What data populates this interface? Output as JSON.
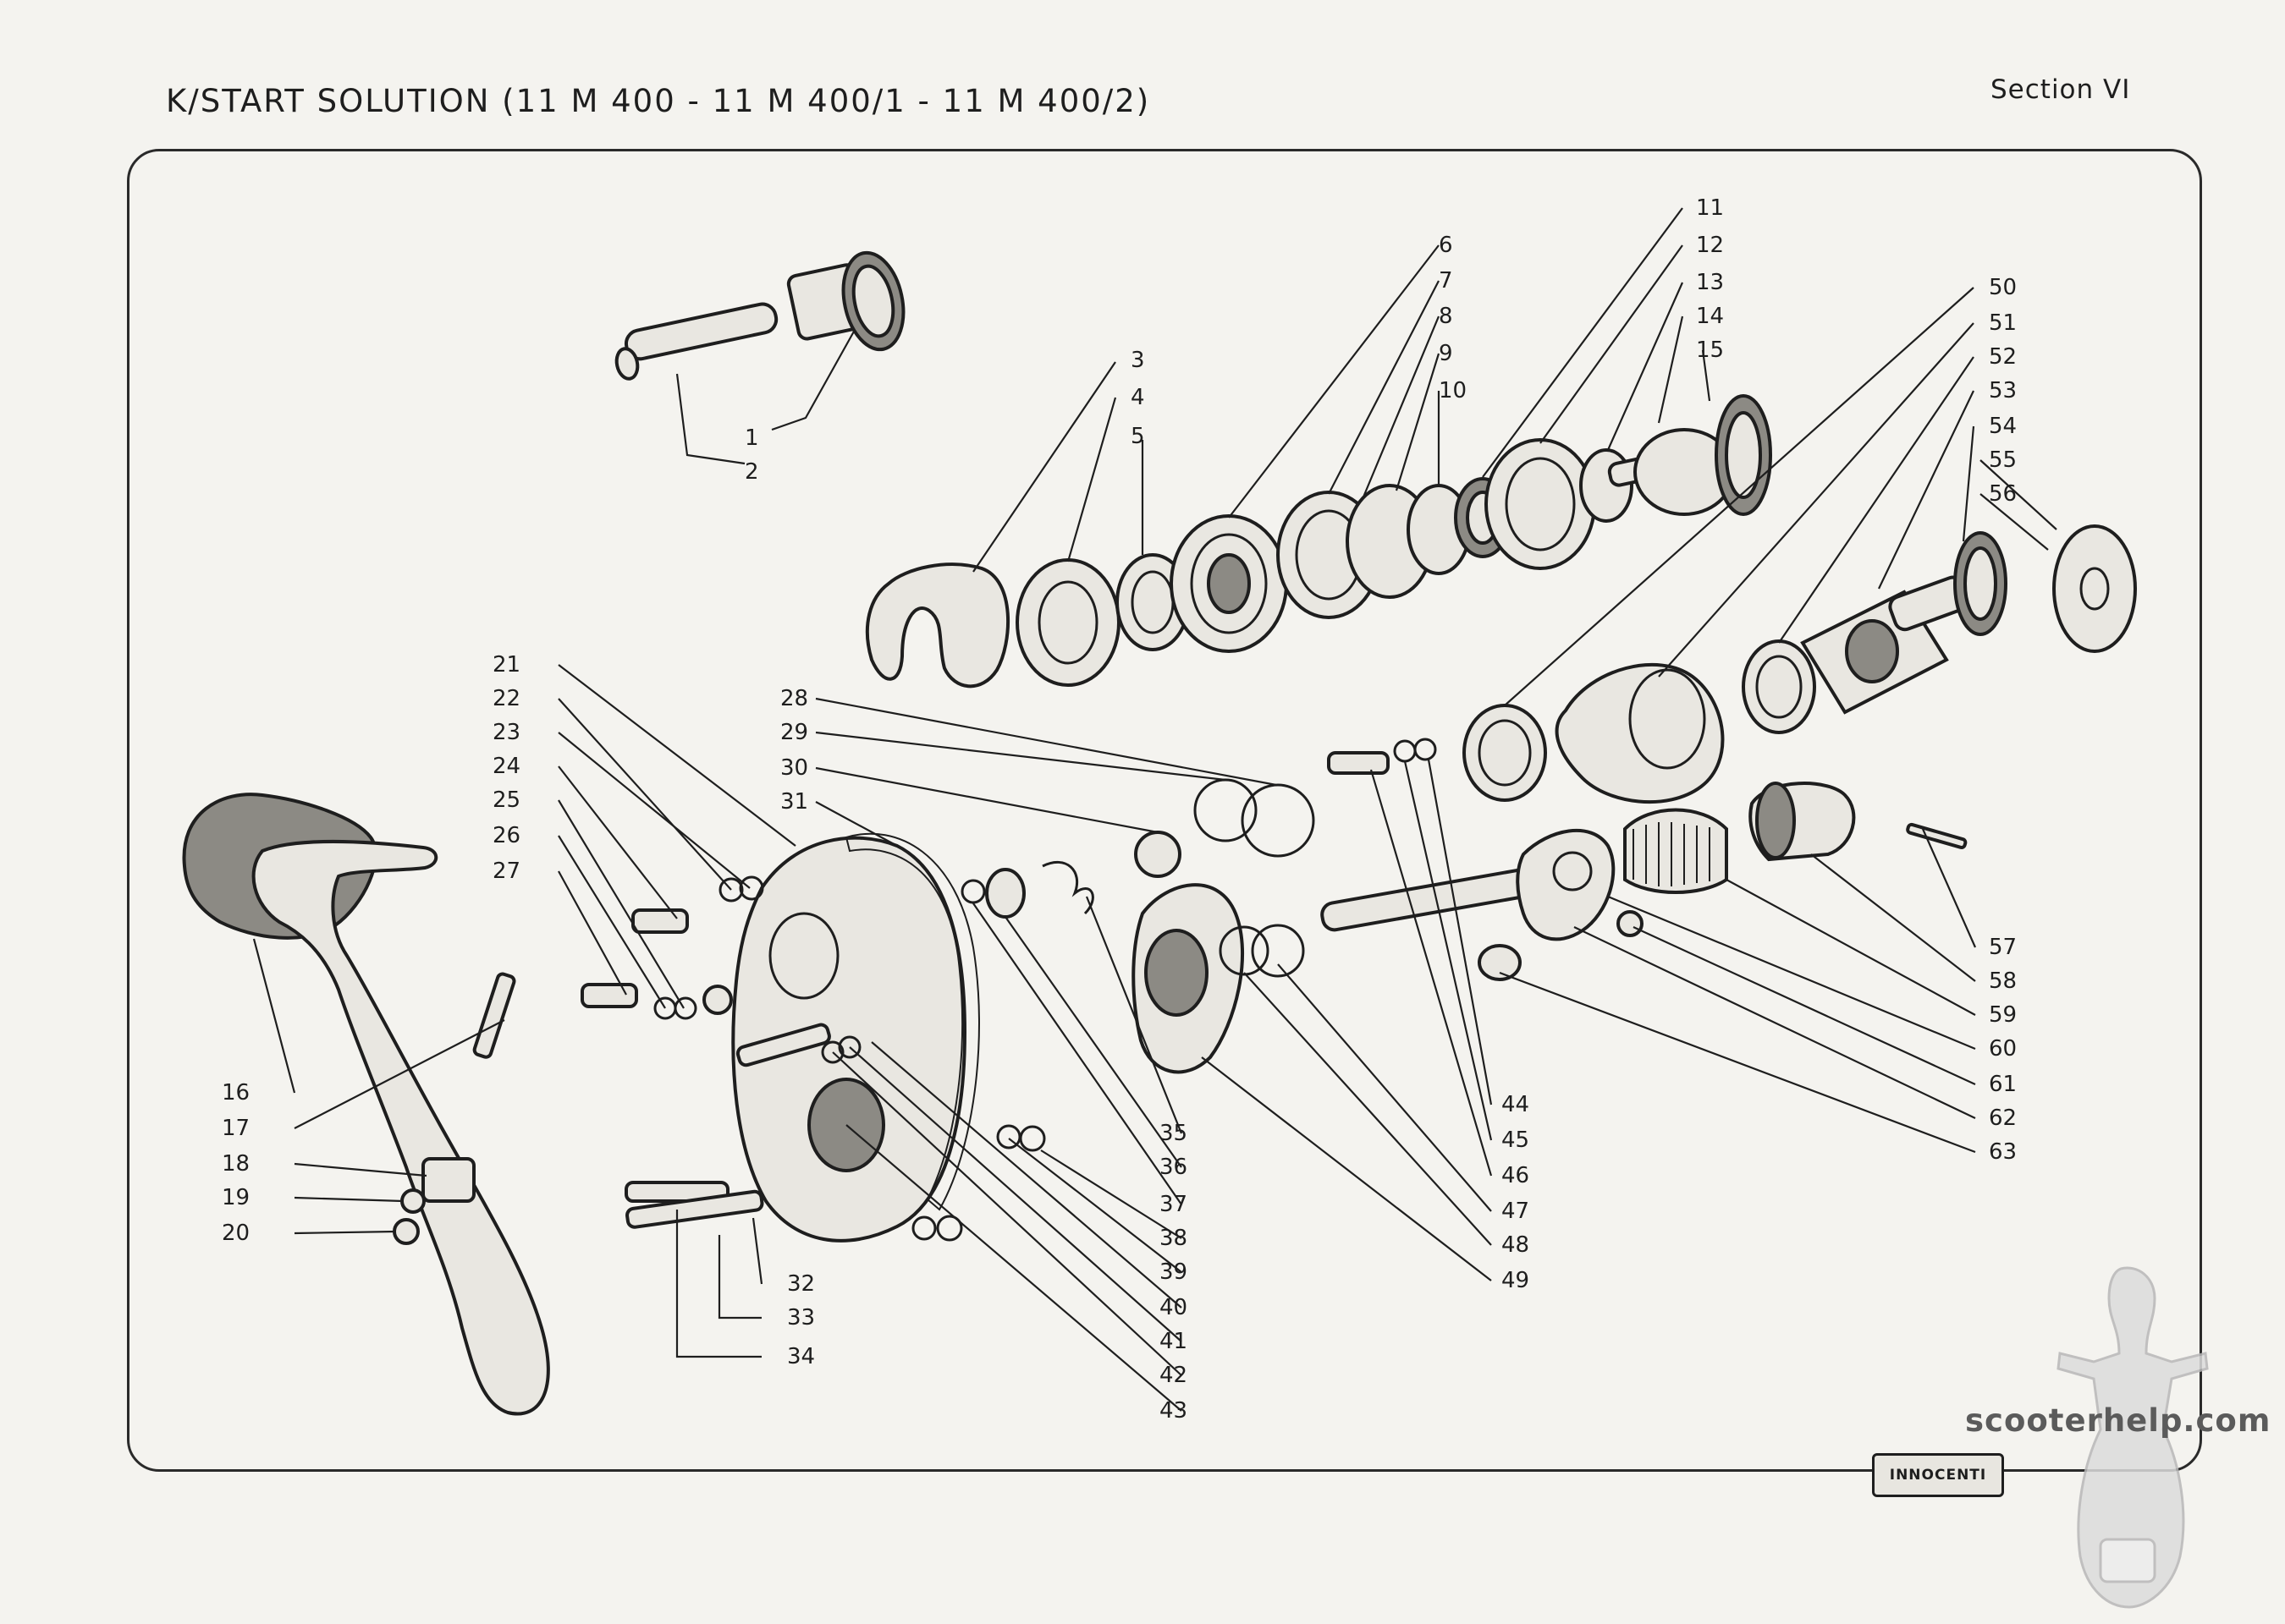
{
  "header": {
    "title": "K/START SOLUTION (11 M 400 - 11 M 400/1 - 11 M 400/2)",
    "section": "Section VI"
  },
  "diagram": {
    "part_numbers": [
      "1",
      "2",
      "3",
      "4",
      "5",
      "6",
      "7",
      "8",
      "9",
      "10",
      "11",
      "12",
      "13",
      "14",
      "15",
      "16",
      "17",
      "18",
      "19",
      "20",
      "21",
      "22",
      "23",
      "24",
      "25",
      "26",
      "27",
      "28",
      "29",
      "30",
      "31",
      "32",
      "33",
      "34",
      "35",
      "36",
      "37",
      "38",
      "39",
      "40",
      "41",
      "42",
      "43",
      "44",
      "45",
      "46",
      "47",
      "48",
      "49",
      "50",
      "51",
      "52",
      "53",
      "54",
      "55",
      "56",
      "57",
      "58",
      "59",
      "60",
      "61",
      "62",
      "63"
    ]
  },
  "footer": {
    "watermark": "scooterhelp.com",
    "brand_logo_text": "INNOCENTI"
  }
}
